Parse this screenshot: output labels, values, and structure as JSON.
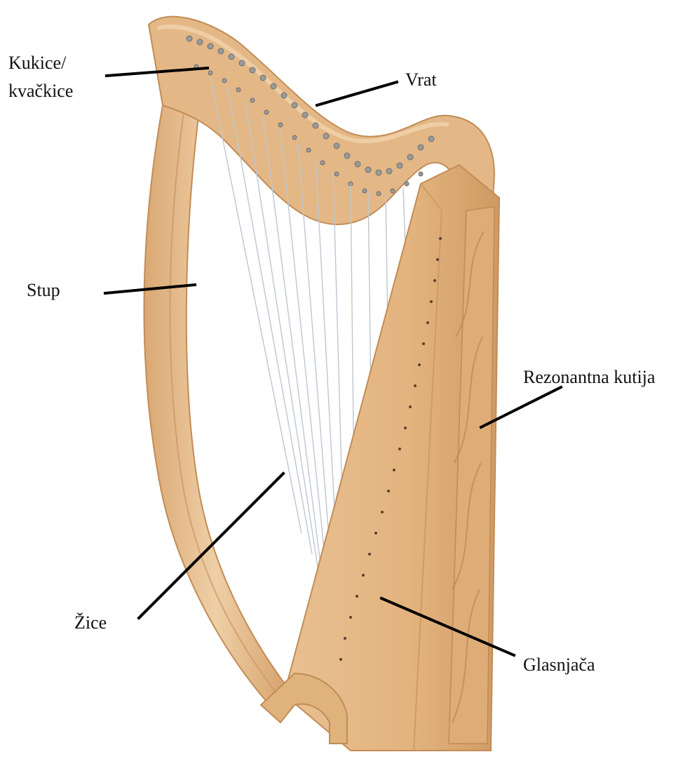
{
  "diagram": {
    "labels": {
      "kukice_line1": "Kukice/",
      "kukice_line2": "kvačkice",
      "vrat": "Vrat",
      "stup": "Stup",
      "rezonantna": "Rezonantna kutija",
      "zice": "Žice",
      "glasnjaca": "Glasnjača"
    },
    "colors": {
      "wood_light": "#ecc79c",
      "wood_mid": "#dcad78",
      "wood_dark": "#c08a55",
      "string": "#b9c0cc",
      "pin": "#8c8c8c",
      "leader": "#000000"
    }
  }
}
